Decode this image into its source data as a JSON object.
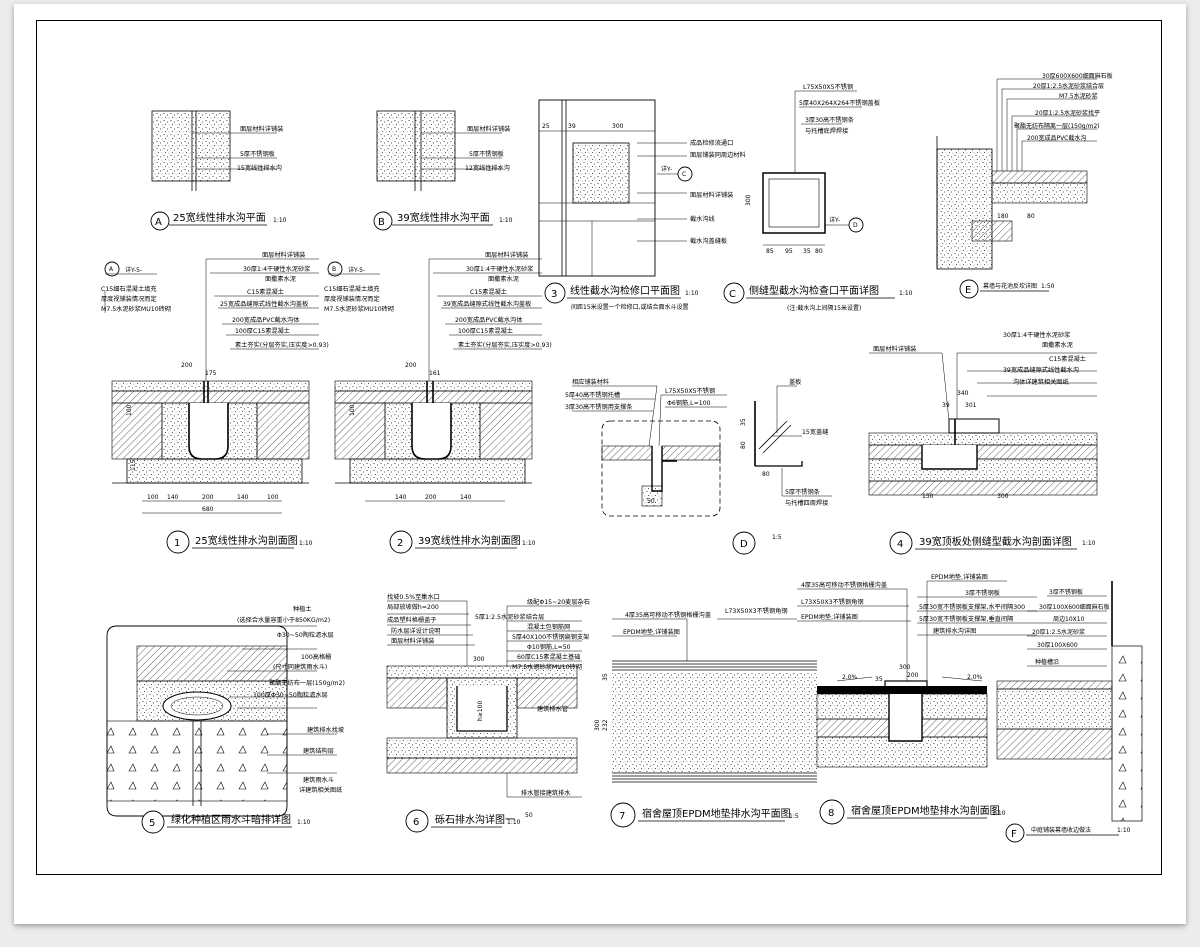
{
  "details": {
    "A": {
      "tag": "A",
      "title": "25宽线性排水沟平面",
      "scale": "1:10",
      "labels": [
        "面层材料详铺装",
        "5厚不锈钢板",
        "15宽线性排水沟"
      ]
    },
    "B": {
      "tag": "B",
      "title": "39宽线性排水沟平面",
      "scale": "1:10",
      "labels": [
        "面层材料详铺装",
        "5厚不锈钢板",
        "12宽线性排水沟"
      ]
    },
    "n3": {
      "tag": "3",
      "title": "线性截水沟检修口平面图",
      "scale": "1:10",
      "note": "间距15米设置一个检修口,或结合面水斗设置",
      "labels": [
        "成品检修流通口",
        "面层铺装同周边材料",
        "详Y-",
        "面层材料详铺装",
        "截水沟线",
        "截水沟盖缝板"
      ],
      "dims": [
        "25",
        "39",
        "300"
      ]
    },
    "C": {
      "tag": "C",
      "title": "侧缝型截水沟检查口平面详图",
      "scale": "1:10",
      "note": "(注:截水沟上间隔15米设置)",
      "labels": [
        "L75X50X5不锈钢",
        "5厚40X264X264不锈钢盖板",
        "3厚30高不锈钢条",
        "与托槽底焊焊接",
        "详Y-"
      ],
      "dims": [
        "300",
        "85",
        "95",
        "35",
        "80"
      ]
    },
    "E": {
      "tag": "E",
      "title": "幕墙与花池反坎详图",
      "scale": "1:50",
      "labels": [
        "30厚600X600细面麻石板",
        "20厚1:2.5水泥砂浆结合层",
        "M7.5水泥砂浆",
        "20厚1:2.5水泥砂浆找平",
        "聚酯无纺布隔离一层(150g/m2)",
        "200宽成品PVC截水沟"
      ],
      "dims": [
        "180",
        "80"
      ]
    },
    "n1": {
      "tag": "1",
      "title": "25宽线性排水沟剖面图",
      "scale": "1:10",
      "ref": "详Y-5-",
      "labels": [
        "面层材料详铺装",
        "30厚1:4干硬性水泥砂浆",
        "面撒素水泥",
        "C15素混凝土",
        "25宽成品缝隙式线性截水沟盖板",
        "200宽成品PVC截水沟体",
        "100厚C15素混凝土",
        "素土夯实(分层夯实,压实度>0.93)",
        "C15细石混凝土填充",
        "厚度视铺装情况而定",
        "M7.5水泥砂浆MU10砖砌"
      ],
      "dims": [
        "100",
        "200",
        "175",
        "140",
        "100",
        "680",
        "115",
        "100"
      ]
    },
    "n2": {
      "tag": "2",
      "title": "39宽线性排水沟剖面图",
      "scale": "1:10",
      "ref": "详Y-5-",
      "labels": [
        "面层材料详铺装",
        "30厚1:4干硬性水泥砂浆",
        "面撒素水泥",
        "C15素混凝土",
        "39宽成品缝隙式线性截水沟盖板",
        "200宽成品PVC截水沟体",
        "100厚C15素混凝土",
        "素土夯实(分层夯实,压实度>0.93)",
        "C15细石混凝土填充",
        "厚度视铺装情况而定",
        "M7.5水泥砂浆MU10砖砌"
      ],
      "dims": [
        "100",
        "200",
        "161",
        "140"
      ]
    },
    "D": {
      "tag": "D",
      "scale": "1:5",
      "labels": [
        "相应铺装材料",
        "5厚40高不锈钢托槽",
        "3厚30高不锈钢用支撑条",
        "L75X50X5不锈钢",
        "Φ6钢筋,L=100",
        "50"
      ]
    },
    "Dside": {
      "labels": [
        "盖板",
        "15宽盖缝",
        "5厚不锈钢条",
        "与托槽四周焊接"
      ],
      "dims": [
        "35",
        "80",
        "80"
      ]
    },
    "n4": {
      "tag": "4",
      "title": "39宽顶板处侧缝型截水沟剖面详图",
      "scale": "1:10",
      "labels": [
        "面层材料详铺装",
        "30厚1:4干硬性水泥砂浆",
        "面撒素水泥",
        "C15素混凝土",
        "39宽成品缝隙式线性截水沟",
        "沟体详建筑相关图纸"
      ],
      "dims": [
        "340",
        "39",
        "301",
        "150",
        "300"
      ]
    },
    "n5": {
      "tag": "5",
      "title": "绿化种植区雨水斗暗排详图",
      "scale": "1:10",
      "labels": [
        "种植土",
        "(选择合水量容重小于850KG/m2)",
        "Φ30~50陶粒滤水层",
        "100高格栅",
        "(尺寸同建筑雨水斗)",
        "聚酯无纺布一层(150g/m2)",
        "100厚Φ30~50陶粒滤水层",
        "建筑排水找坡",
        "建筑结构层",
        "建筑雨水斗",
        "详建筑相关图纸"
      ]
    },
    "n6": {
      "tag": "6",
      "title": "砾石排水沟详图一",
      "scale": "1:10",
      "labels": [
        "找坡0.5%至集水口",
        "局部放坡做h=200",
        "成品塑料格栅盖子",
        "防水层详设计说明",
        "面层材料详铺装",
        "级配Φ15~20麦层杂石",
        "5厚1:2.5水泥砂浆结合层",
        "混凝土包钢筋网",
        "5厚40X100不锈钢扁钢支架",
        "Φ10钢筋,L=50",
        "60厚C15素混凝土基础",
        "M7.5水泥砂浆MU10砖砌",
        "排水管接建筑排水",
        "建筑排水管"
      ],
      "dims": [
        "300",
        "h≥100",
        "50"
      ]
    },
    "n7": {
      "tag": "7",
      "title": "宿舍屋顶EPDM地垫排水沟平面图",
      "scale": "1:5",
      "labels": [
        "4厚35高可移动不锈钢格栅沟盖",
        "L73X50X3不锈钢角钢",
        "EPDM地垫,详铺装图"
      ],
      "dims": [
        "300",
        "232",
        "35"
      ]
    },
    "n8": {
      "tag": "8",
      "title": "宿舍屋顶EPDM地垫排水沟剖面图",
      "scale": "1:10",
      "labels": [
        "4厚35高可移动不锈钢格栅沟盖",
        "L73X50X3不锈钢角钢",
        "EPDM地垫,详铺装图",
        "EPDM地垫,详铺装图",
        "5厚30宽不锈钢板支撑架,水平间隔300",
        "5厚30宽不锈钢板支撑架,垂直间隔",
        "建筑排水沟详图",
        "3厚不锈钢板",
        "2.0%",
        "2.0%"
      ],
      "dims": [
        "300",
        "200",
        "35"
      ]
    },
    "F": {
      "tag": "F",
      "title": "中庭铺装幕墙收边做法",
      "scale": "1:10",
      "labels": [
        "30厚100X600细面麻石板",
        "周边10X10",
        "20厚1:2.5水泥砂浆",
        "30厚100X600",
        "种植槽沿",
        "3厚不锈钢板"
      ]
    }
  }
}
